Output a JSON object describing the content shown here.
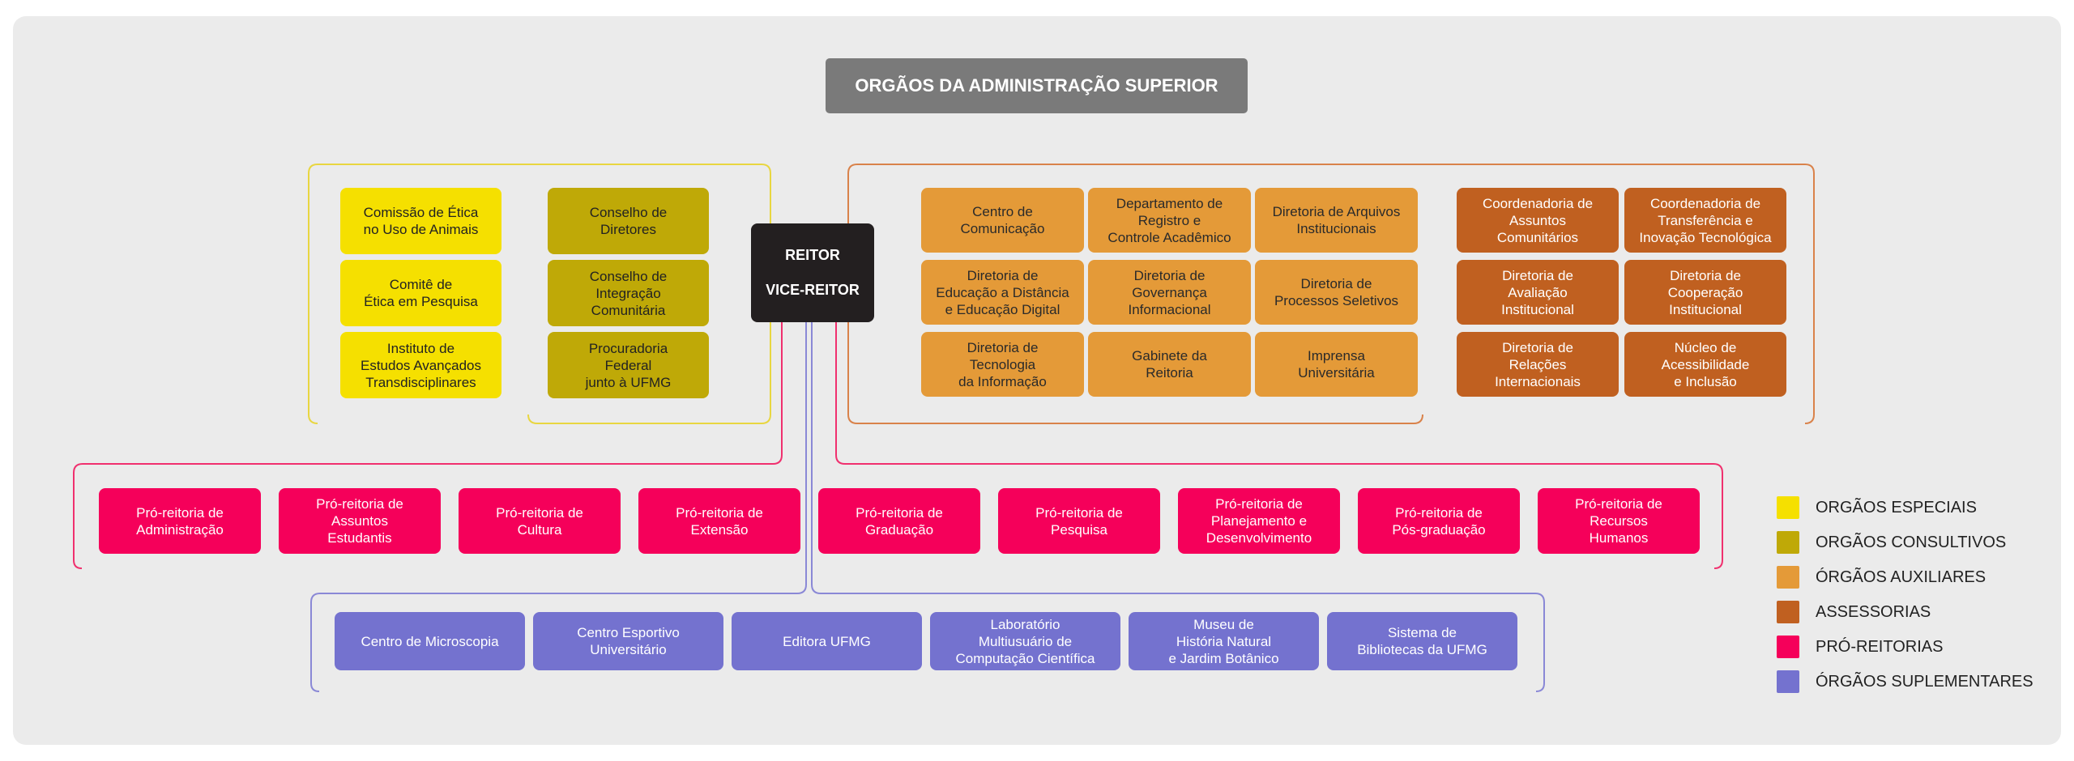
{
  "title": "ORGÃOS DA ADMINISTRAÇÃO SUPERIOR",
  "reitoria": {
    "reitor": "REITOR",
    "vice": "VICE-REITOR"
  },
  "colors": {
    "especiais": "#f5e000",
    "consultivos": "#bfa907",
    "auxiliares": "#e49a38",
    "assessorias": "#c06020",
    "pro_reitorias": "#f5005a",
    "suplementares": "#7472cf"
  },
  "orgaos_especiais": [
    "Comissão de Ética\nno Uso de Animais",
    "Comitê de\nÉtica em Pesquisa",
    "Instituto de\nEstudos Avançados\nTransdisciplinares"
  ],
  "orgaos_consultivos": [
    "Conselho de\nDiretores",
    "Conselho de\nIntegração\nComunitária",
    "Procuradoria\nFederal\njunto à UFMG"
  ],
  "orgaos_auxiliares": [
    "Centro de\nComunicação",
    "Departamento de\nRegistro e\nControle Acadêmico",
    "Diretoria de Arquivos\nInstitucionais",
    "Diretoria de\nEducação a Distância\ne Educação Digital",
    "Diretoria de\nGovernança\nInformacional",
    "Diretoria de\nProcessos Seletivos",
    "Diretoria de\nTecnologia\nda Informação",
    "Gabinete da\nReitoria",
    "Imprensa\nUniversitária"
  ],
  "assessorias": [
    "Coordenadoria de\nAssuntos\nComunitários",
    "Coordenadoria de\nTransferência e\nInovação Tecnológica",
    "Diretoria de\nAvaliação\nInstitucional",
    "Diretoria de\nCooperação\nInstitucional",
    "Diretoria de\nRelações\nInternacionais",
    "Núcleo de\nAcessibilidade\ne Inclusão"
  ],
  "pro_reitorias": [
    "Pró-reitoria de\nAdministração",
    "Pró-reitoria de\nAssuntos\nEstudantis",
    "Pró-reitoria de\nCultura",
    "Pró-reitoria de\nExtensão",
    "Pró-reitoria de\nGraduação",
    "Pró-reitoria de\nPesquisa",
    "Pró-reitoria de\nPlanejamento e\nDesenvolvimento",
    "Pró-reitoria de\nPós-graduação",
    "Pró-reitoria de\nRecursos\nHumanos"
  ],
  "orgaos_suplementares": [
    "Centro de Microscopia",
    "Centro Esportivo\nUniversitário",
    "Editora UFMG",
    "Laboratório\nMultiusuário de\nComputação Científica",
    "Museu de\nHistória Natural\ne Jardim Botânico",
    "Sistema de\nBibliotecas da UFMG"
  ],
  "legend": [
    {
      "label": "ORGÃOS ESPECIAIS",
      "color": "#f5e000"
    },
    {
      "label": "ORGÃOS CONSULTIVOS",
      "color": "#bfa907"
    },
    {
      "label": "ÓRGÃOS AUXILIARES",
      "color": "#e49a38"
    },
    {
      "label": "ASSESSORIAS",
      "color": "#c06020"
    },
    {
      "label": "PRÓ-REITORIAS",
      "color": "#f5005a"
    },
    {
      "label": "ÓRGÃOS SUPLEMENTARES",
      "color": "#7472cf"
    }
  ]
}
